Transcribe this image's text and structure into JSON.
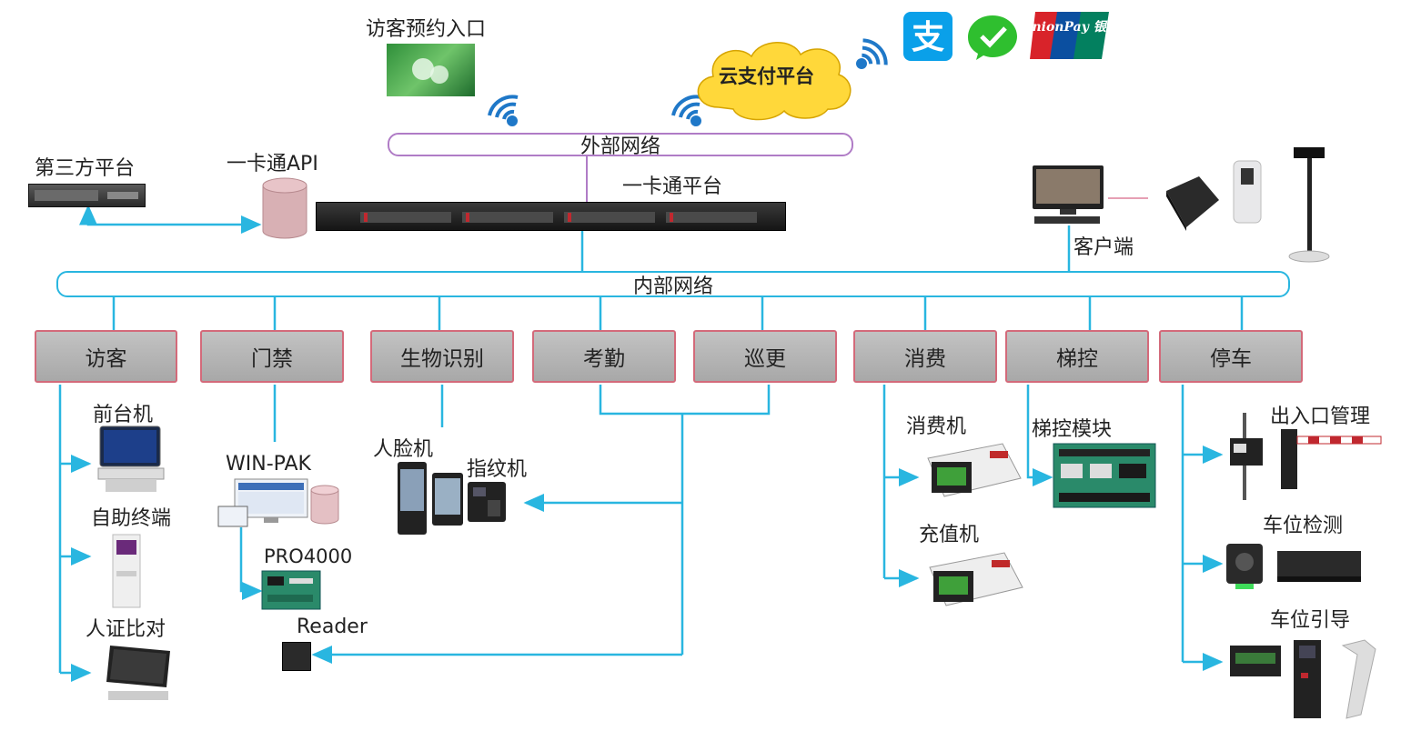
{
  "top": {
    "visitor_booking_label": "访客预约入口",
    "cloud_pay_label": "云支付平台",
    "unionpay_logo_text": "UnionPay 银联",
    "external_network_label": "外部网络",
    "onecard_platform_label": "一卡通平台",
    "onecard_api_label": "一卡通API",
    "third_party_label": "第三方平台",
    "client_label": "客户端",
    "internal_network_label": "内部网络"
  },
  "categories": [
    {
      "label": "访客"
    },
    {
      "label": "门禁"
    },
    {
      "label": "生物识别"
    },
    {
      "label": "考勤"
    },
    {
      "label": "巡更"
    },
    {
      "label": "消费"
    },
    {
      "label": "梯控"
    },
    {
      "label": "停车"
    }
  ],
  "devices": {
    "front_desk": "前台机",
    "self_terminal": "自助终端",
    "id_compare": "人证比对",
    "winpak": "WIN-PAK",
    "pro4000": "PRO4000",
    "reader": "Reader",
    "face_machine": "人脸机",
    "fingerprint_machine": "指纹机",
    "consume_machine": "消费机",
    "recharge_machine": "充值机",
    "elevator_module": "梯控模块",
    "entrance_mgmt": "出入口管理",
    "space_detect": "车位检测",
    "space_guide": "车位引导"
  },
  "colors": {
    "line": "#29b6e0",
    "external_pipe": "#b07cc6",
    "box_border": "#d36a7a",
    "cloud": "#ffd83a",
    "wifi": "#1f78c8"
  },
  "icons": [
    "wifi-icon",
    "alipay-icon",
    "wechat-pay-icon",
    "unionpay-icon",
    "server-icon",
    "database-icon",
    "monitor-icon",
    "arrow-icon"
  ]
}
